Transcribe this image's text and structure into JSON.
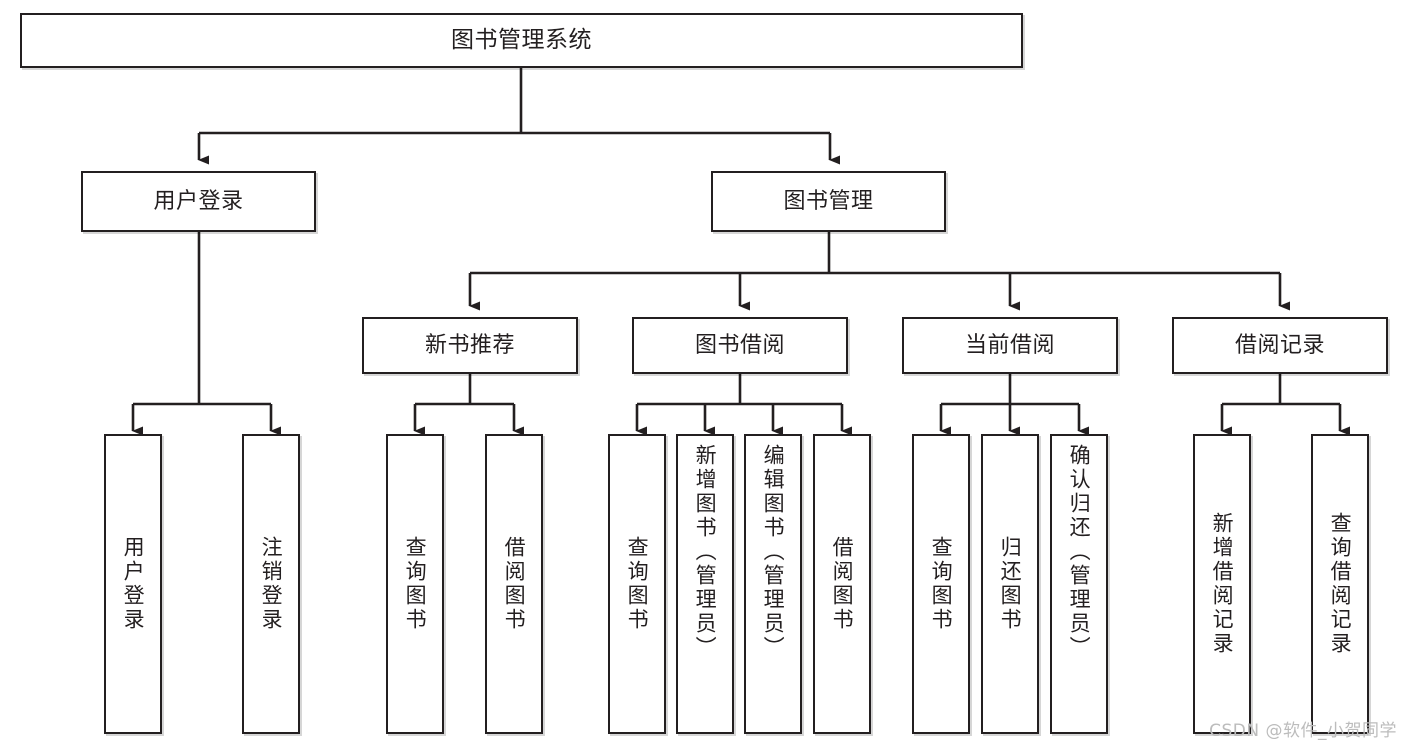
{
  "diagram": {
    "title": "图书管理系统",
    "watermark": "CSDN @软件_小贺同学",
    "line_color": "#231f20",
    "box_fill": "#ffffff",
    "nodes": {
      "root": "图书管理系统",
      "level2": [
        "用户登录",
        "图书管理"
      ],
      "level3": [
        "新书推荐",
        "图书借阅",
        "当前借阅",
        "借阅记录"
      ],
      "leaves_user_login": [
        "用户登录",
        "注销登录"
      ],
      "leaves_new_books": [
        "查询图书",
        "借阅图书"
      ],
      "leaves_borrow": [
        "查询图书",
        "新增图书（管理员）",
        "编辑图书（管理员）",
        "借阅图书"
      ],
      "leaves_current": [
        "查询图书",
        "归还图书",
        "确认归还（管理员）"
      ],
      "leaves_records": [
        "新增借阅记录",
        "查询借阅记录"
      ]
    }
  }
}
